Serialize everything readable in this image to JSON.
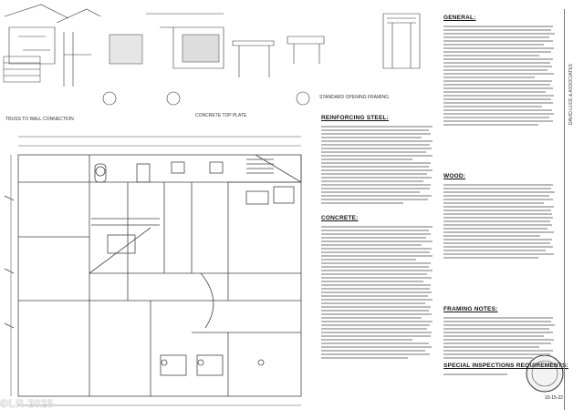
{
  "sections": {
    "general": "GENERAL:",
    "reinforcing_steel": "REINFORCING STEEL:",
    "concrete": "CONCRETE:",
    "wood": "WOOD:",
    "framing_notes": "FRAMING NOTES:",
    "special_inspections": "SPECIAL INSPECTIONS REQUIREMENTS:"
  },
  "details": {
    "truss_wall": "TRUSS TO WALL CONNECTION",
    "countertop": "CONCRETE TOP PLATE",
    "opening_framing": "STANDARD OPENING FRAMING"
  },
  "stamp": "©LR 2025",
  "title_block": "DAVID LUCE & ASSOCIATES",
  "date": "10-15-22"
}
